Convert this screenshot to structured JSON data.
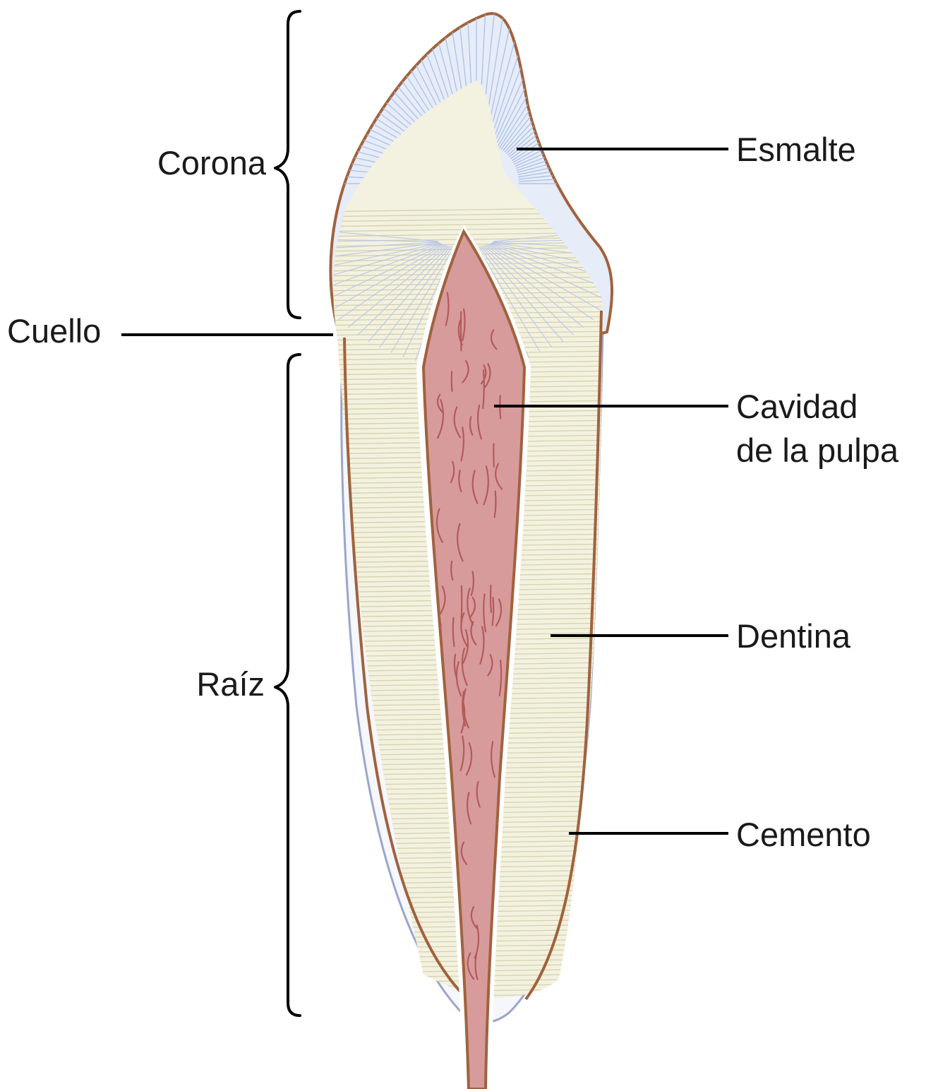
{
  "labels": {
    "corona": "Corona",
    "cuello": "Cuello",
    "raiz": "Raíz",
    "esmalte": "Esmalte",
    "cavidad_line1": "Cavidad",
    "cavidad_line2": "de la pulpa",
    "dentina": "Dentina",
    "cemento": "Cemento"
  },
  "colors": {
    "enamel_fill": "#e6ecf8",
    "enamel_lines": "#a9bde6",
    "dentin_fill": "#f3f1df",
    "dentin_lines": "#d6d2ae",
    "pulp_fill": "#d89b9b",
    "pulp_lines": "#b35a5c",
    "outline": "#a0623e",
    "cementum_line": "#9aa6c9"
  }
}
